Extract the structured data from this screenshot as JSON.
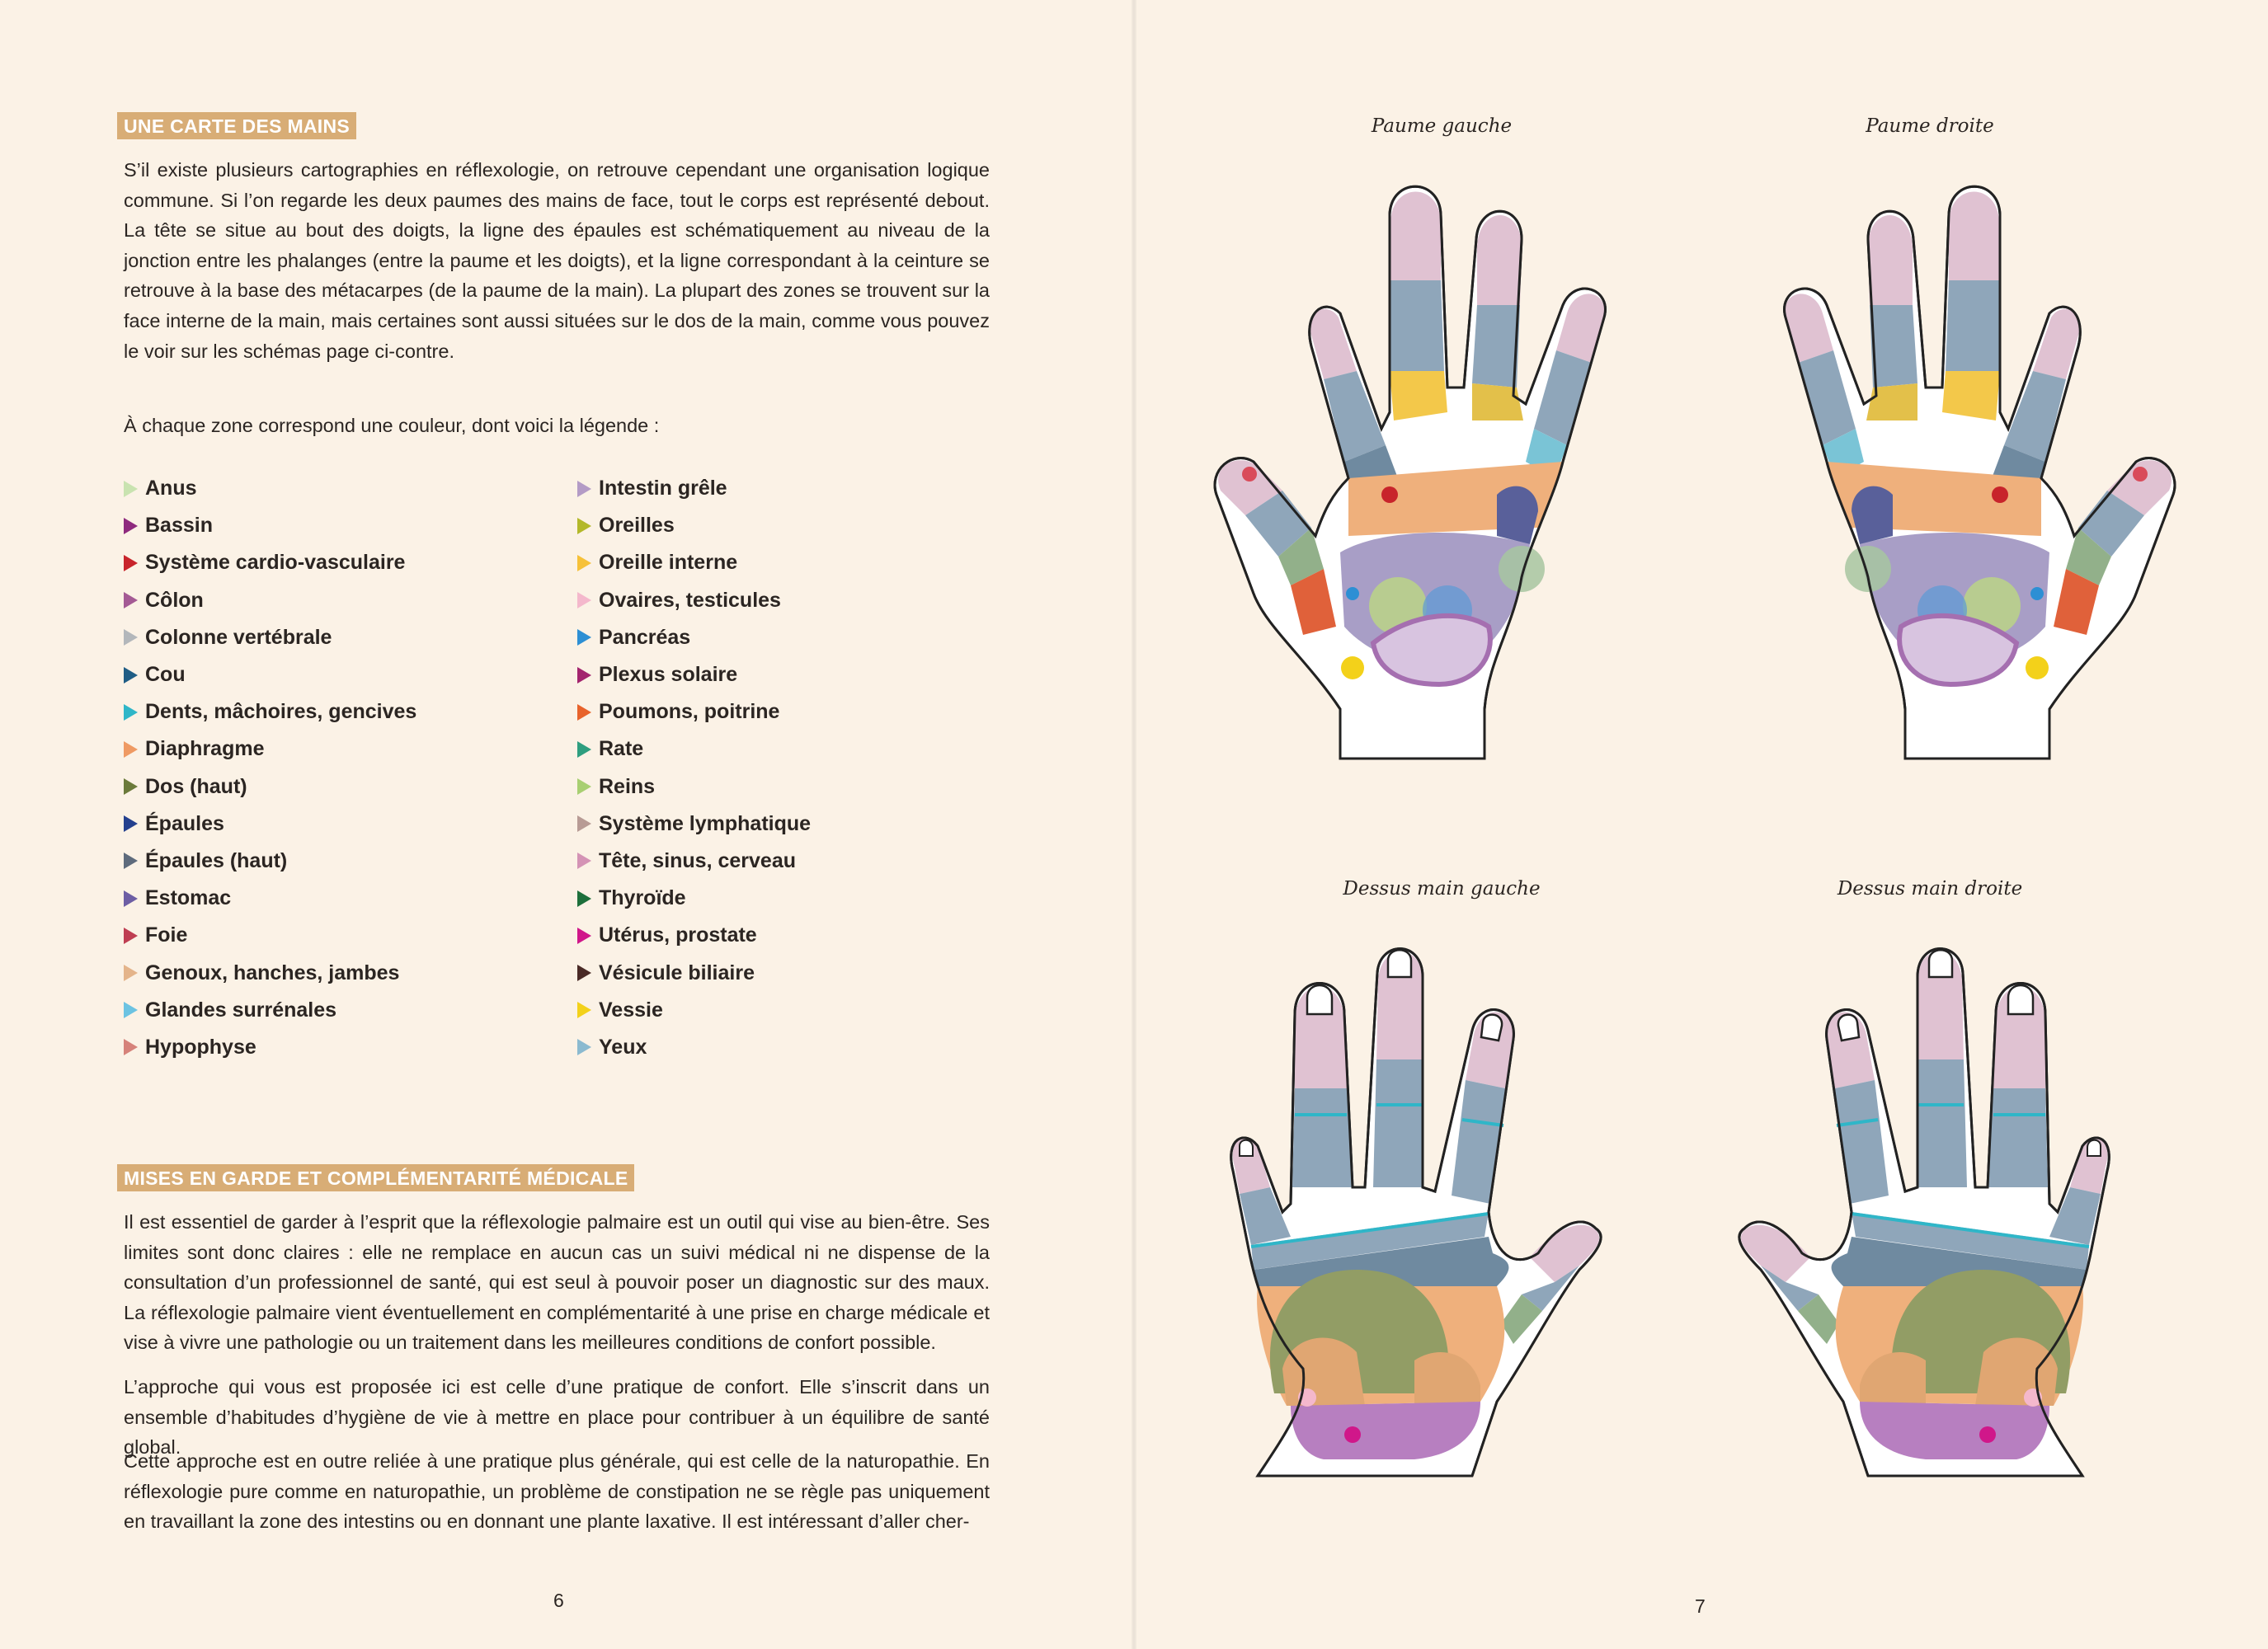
{
  "left_page": {
    "section1": {
      "heading": "UNE CARTE DES MAINS",
      "paragraph": "S’il existe plusieurs cartographies en réflexologie, on retrouve cependant une organisation logique commune. Si l’on regarde les deux paumes des mains de face, tout le corps est représenté debout. La tête se situe au bout des doigts, la ligne des épaules est schématiquement au niveau de la jonction entre les phalanges (entre la paume et les doigts), et la ligne correspondant à la ceinture se retrouve à la base des métacarpes (de la paume de la main). La plupart des zones se trouvent sur la face interne de la main, mais certaines sont aussi situées sur le dos de la main, comme vous pouvez le voir sur les schémas page ci-contre.",
      "legend_intro": "À chaque zone correspond une couleur, dont voici la légende :"
    },
    "legend_left": [
      {
        "label": "Anus",
        "color": "#c9e3b0"
      },
      {
        "label": "Bassin",
        "color": "#8e2a7e"
      },
      {
        "label": "Système cardio-vasculaire",
        "color": "#c8242b"
      },
      {
        "label": "Côlon",
        "color": "#a45a94"
      },
      {
        "label": "Colonne vertébrale",
        "color": "#b3b7bb"
      },
      {
        "label": "Cou",
        "color": "#1f5d85"
      },
      {
        "label": "Dents, mâchoires, gencives",
        "color": "#2fb6c8"
      },
      {
        "label": "Diaphragme",
        "color": "#ef9a63"
      },
      {
        "label": "Dos (haut)",
        "color": "#6b7a3a"
      },
      {
        "label": "Épaules",
        "color": "#24408e"
      },
      {
        "label": "Épaules (haut)",
        "color": "#5e6b7c"
      },
      {
        "label": "Estomac",
        "color": "#6d5ea4"
      },
      {
        "label": "Foie",
        "color": "#bf3e52"
      },
      {
        "label": "Genoux, hanches, jambes",
        "color": "#e4b48a"
      },
      {
        "label": "Glandes surrénales",
        "color": "#6cc3e2"
      },
      {
        "label": "Hypophyse",
        "color": "#d6827a"
      }
    ],
    "legend_right": [
      {
        "label": "Intestin grêle",
        "color": "#b49bc6"
      },
      {
        "label": "Oreilles",
        "color": "#b3b82a"
      },
      {
        "label": "Oreille interne",
        "color": "#f6c139"
      },
      {
        "label": "Ovaires, testicules",
        "color": "#f4b8cc"
      },
      {
        "label": "Pancréas",
        "color": "#2d8fd4"
      },
      {
        "label": "Plexus solaire",
        "color": "#a3246e"
      },
      {
        "label": "Poumons, poitrine",
        "color": "#e8632b"
      },
      {
        "label": "Rate",
        "color": "#2e9e7f"
      },
      {
        "label": "Reins",
        "color": "#a8cf72"
      },
      {
        "label": "Système lymphatique",
        "color": "#b89b95"
      },
      {
        "label": "Tête, sinus, cerveau",
        "color": "#d493b5"
      },
      {
        "label": "Thyroïde",
        "color": "#1d6f3b"
      },
      {
        "label": "Utérus, prostate",
        "color": "#d0178a"
      },
      {
        "label": "Vésicule biliaire",
        "color": "#4a2a26"
      },
      {
        "label": "Vessie",
        "color": "#f3d11a"
      },
      {
        "label": "Yeux",
        "color": "#8bbad0"
      }
    ],
    "section2": {
      "heading": "MISES EN GARDE ET COMPLÉMENTARITÉ MÉDICALE",
      "paragraph1": "Il est essentiel de garder à l’esprit que la réflexologie palmaire est un outil qui vise au bien-être. Ses limites sont donc claires : elle ne remplace en aucun cas un suivi médical ni ne dispense de la consultation d’un professionnel de santé, qui est seul à pouvoir poser un diagnostic sur des maux. La réflexologie palmaire vient éventuellement en complémentarité à une prise en charge médicale et vise à vivre une pathologie ou un traitement dans les meilleures conditions de confort possible.",
      "paragraph2": "L’approche qui vous est proposée ici est celle d’une pratique de confort. Elle s’inscrit dans un ensemble d’habitudes d’hygiène de vie à mettre en place pour contribuer à un équilibre de santé global.",
      "paragraph3": "Cette approche est en outre reliée à une pratique plus générale, qui est celle de la naturopathie. En réflexologie pure comme en naturopathie, un problème de constipation ne se règle pas uniquement en travaillant la zone des intestins ou en donnant une plante laxative. Il est intéressant d’aller cher-"
    },
    "page_number": "6"
  },
  "right_page": {
    "captions": {
      "palm_left": "Paume gauche",
      "palm_right": "Paume droite",
      "back_left": "Dessus main gauche",
      "back_right": "Dessus main droite"
    },
    "page_number": "7"
  }
}
